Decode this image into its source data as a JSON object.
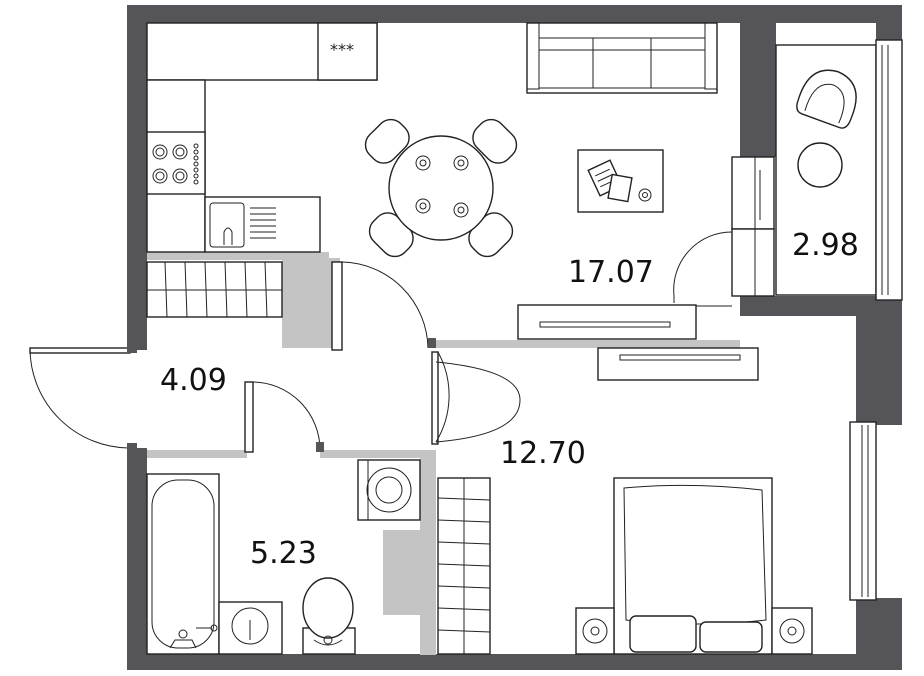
{
  "rooms": [
    {
      "id": "living-kitchen",
      "area": "17.07"
    },
    {
      "id": "balcony",
      "area": "2.98"
    },
    {
      "id": "hallway",
      "area": "4.09"
    },
    {
      "id": "bedroom",
      "area": "12.70"
    },
    {
      "id": "bathroom",
      "area": "5.23"
    }
  ],
  "appliances": {
    "stove_marking": "***"
  },
  "colors": {
    "wall": "#555559",
    "partition": "#c4c4c4",
    "line": "#222222"
  }
}
